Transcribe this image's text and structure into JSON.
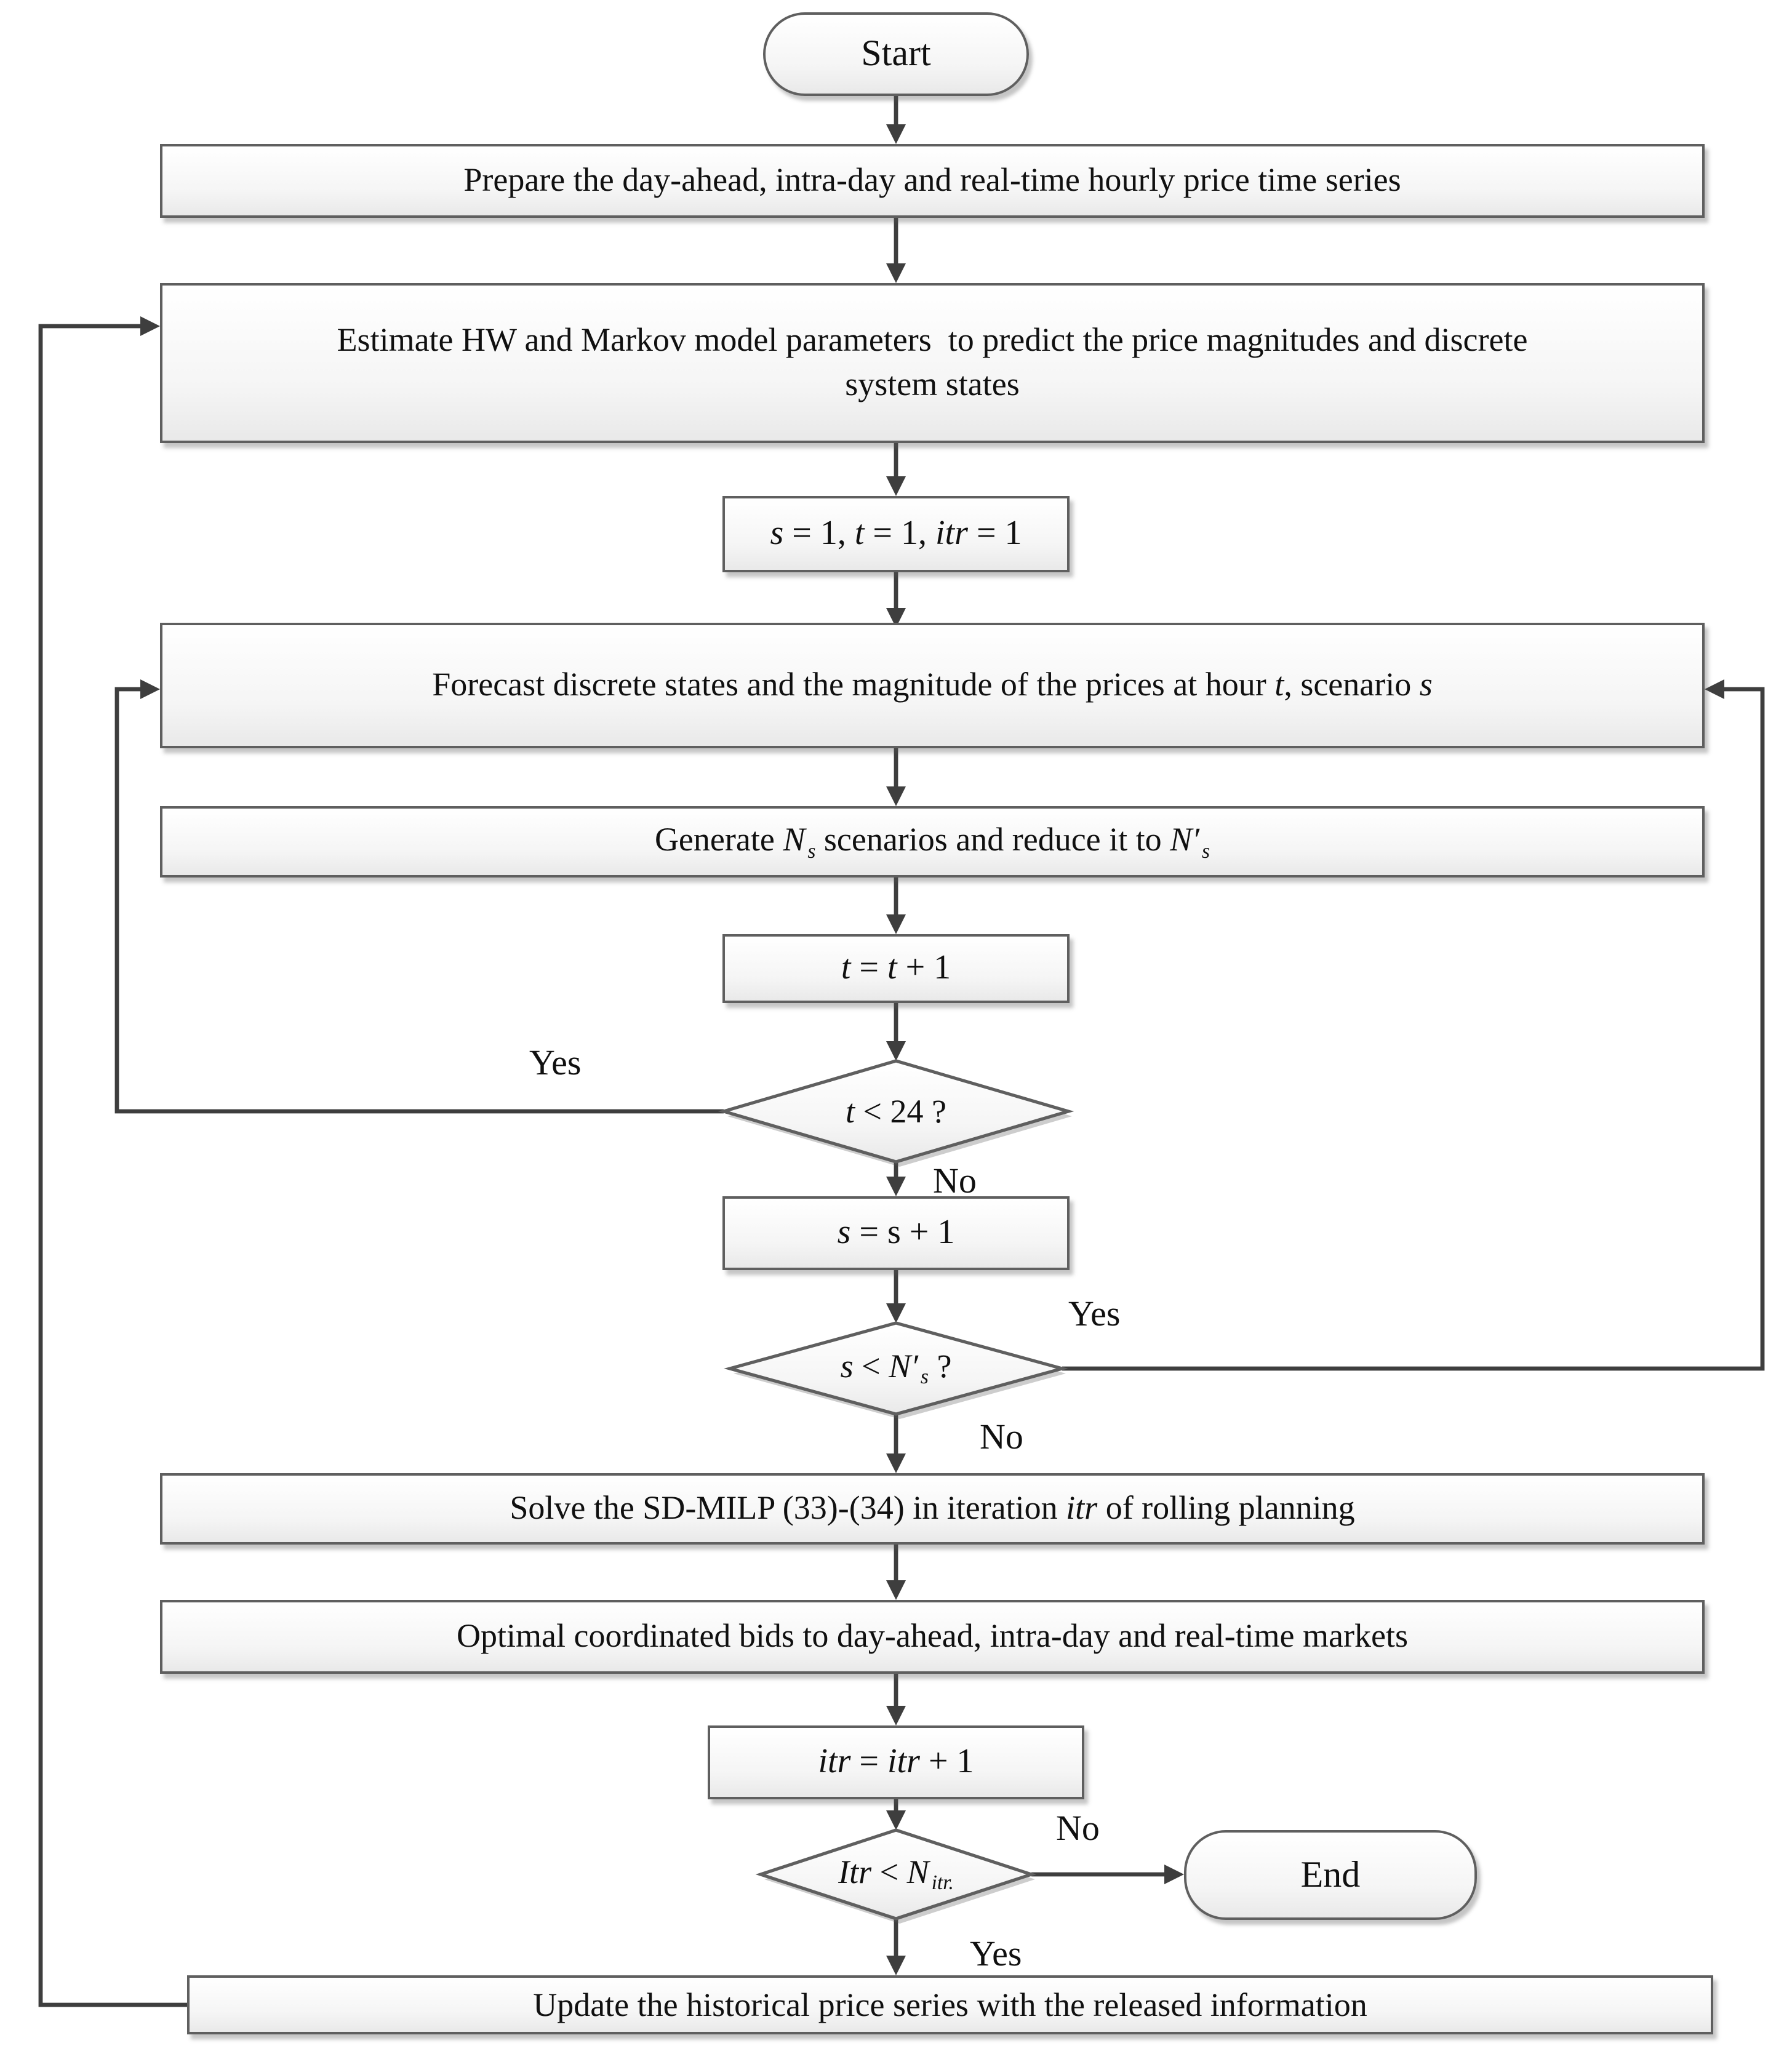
{
  "figure": {
    "type": "flowchart",
    "description": "Rolling planning bidding algorithm flowchart"
  },
  "colors": {
    "line": "#3e3e3e",
    "box_border": "#5f5f5f",
    "box_fill_top": "#ffffff",
    "box_fill_bottom": "#e9e9e9",
    "text": "#101010"
  },
  "nodes": {
    "start": {
      "label": "Start"
    },
    "prepare": {
      "label": "Prepare the day-ahead, intra-day and real-time hourly price time series"
    },
    "estimate": {
      "label": "Estimate HW and Markov model parameters  to predict the price magnitudes and discrete system states"
    },
    "init": {
      "parts": [
        "s",
        " = 1, ",
        "t",
        " = 1, ",
        "itr",
        " = 1"
      ]
    },
    "forecast": {
      "parts": [
        "Forecast discrete states and the magnitude of the prices at hour ",
        "t",
        ", scenario ",
        "s"
      ]
    },
    "generate": {
      "parts": [
        "Generate ",
        "N",
        "s",
        " scenarios and reduce it to ",
        "N′",
        "s"
      ]
    },
    "t_increment": {
      "parts": [
        "t",
        " = ",
        "t",
        " + 1"
      ]
    },
    "decision_t": {
      "parts": [
        "t",
        " < 24 ?"
      ]
    },
    "s_increment": {
      "parts": [
        "s",
        " = s + 1"
      ]
    },
    "decision_s": {
      "parts": [
        "s",
        " < ",
        "N′",
        "s",
        " ?"
      ]
    },
    "solve": {
      "parts": [
        "Solve the SD-MILP (33)-(34) in iteration ",
        "itr",
        " of rolling planning"
      ]
    },
    "bids": {
      "label": "Optimal coordinated bids to day-ahead, intra-day and real-time markets"
    },
    "itr_increment": {
      "parts": [
        "itr",
        " = ",
        "itr",
        " + 1"
      ]
    },
    "decision_itr": {
      "parts": [
        "Itr",
        " < ",
        "N",
        "itr."
      ]
    },
    "update": {
      "label": "Update the historical price series with the released information"
    },
    "end": {
      "label": "End"
    }
  },
  "edge_labels": {
    "t_yes": "Yes",
    "t_no": "No",
    "s_yes": "Yes",
    "s_no": "No",
    "itr_no": "No",
    "itr_yes": "Yes"
  }
}
